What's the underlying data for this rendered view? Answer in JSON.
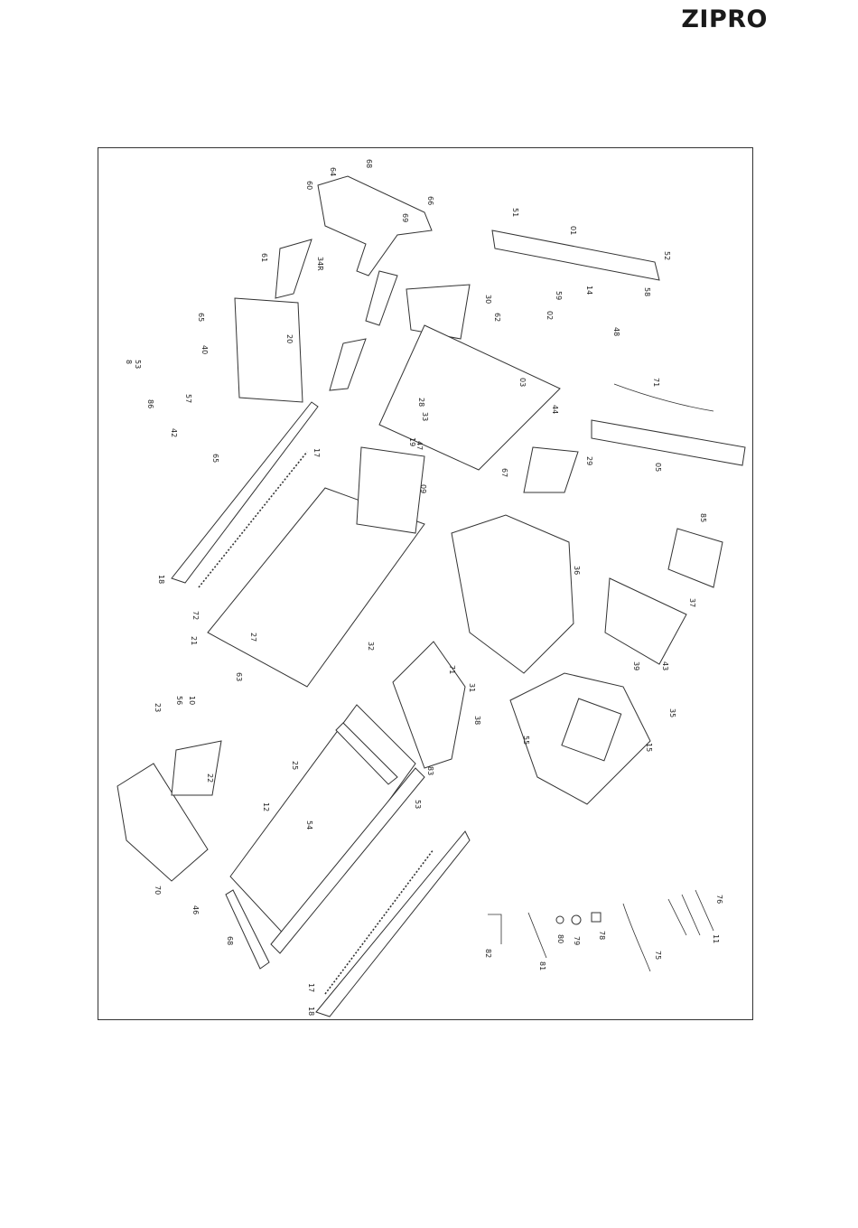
{
  "brand": {
    "name": "ZIPRO"
  },
  "labels": [
    {
      "t": "64"
    },
    {
      "t": "68"
    },
    {
      "t": "60"
    },
    {
      "t": "66"
    },
    {
      "t": "69"
    },
    {
      "t": "61"
    },
    {
      "t": "34R"
    },
    {
      "t": "65"
    },
    {
      "t": "20"
    },
    {
      "t": "40"
    },
    {
      "t": "8"
    },
    {
      "t": "53"
    },
    {
      "t": "86"
    },
    {
      "t": "57"
    },
    {
      "t": "42"
    },
    {
      "t": "65"
    },
    {
      "t": "17"
    },
    {
      "t": "18"
    },
    {
      "t": "72"
    },
    {
      "t": "21"
    },
    {
      "t": "23"
    },
    {
      "t": "22"
    },
    {
      "t": "70"
    },
    {
      "t": "46"
    },
    {
      "t": "68"
    },
    {
      "t": "12"
    },
    {
      "t": "54"
    },
    {
      "t": "53"
    },
    {
      "t": "51"
    },
    {
      "t": "01"
    },
    {
      "t": "52"
    },
    {
      "t": "58"
    },
    {
      "t": "59"
    },
    {
      "t": "14"
    },
    {
      "t": "48"
    },
    {
      "t": "03"
    },
    {
      "t": "02"
    },
    {
      "t": "71"
    },
    {
      "t": "05"
    },
    {
      "t": "29"
    },
    {
      "t": "36"
    },
    {
      "t": "85"
    },
    {
      "t": "37"
    },
    {
      "t": "43"
    },
    {
      "t": "39"
    },
    {
      "t": "35"
    },
    {
      "t": "15"
    },
    {
      "t": "71"
    },
    {
      "t": "31"
    },
    {
      "t": "38"
    },
    {
      "t": "55"
    },
    {
      "t": "83"
    },
    {
      "t": "82"
    },
    {
      "t": "81"
    },
    {
      "t": "80"
    },
    {
      "t": "79"
    },
    {
      "t": "78"
    },
    {
      "t": "75"
    },
    {
      "t": "76"
    },
    {
      "t": "11"
    },
    {
      "t": "10"
    },
    {
      "t": "56"
    },
    {
      "t": "63"
    },
    {
      "t": "25"
    },
    {
      "t": "27"
    },
    {
      "t": "32"
    },
    {
      "t": "28"
    },
    {
      "t": "30"
    },
    {
      "t": "62"
    },
    {
      "t": "44"
    },
    {
      "t": "47"
    },
    {
      "t": "19"
    },
    {
      "t": "09"
    },
    {
      "t": "33"
    },
    {
      "t": "67"
    },
    {
      "t": "17"
    },
    {
      "t": "18"
    }
  ]
}
